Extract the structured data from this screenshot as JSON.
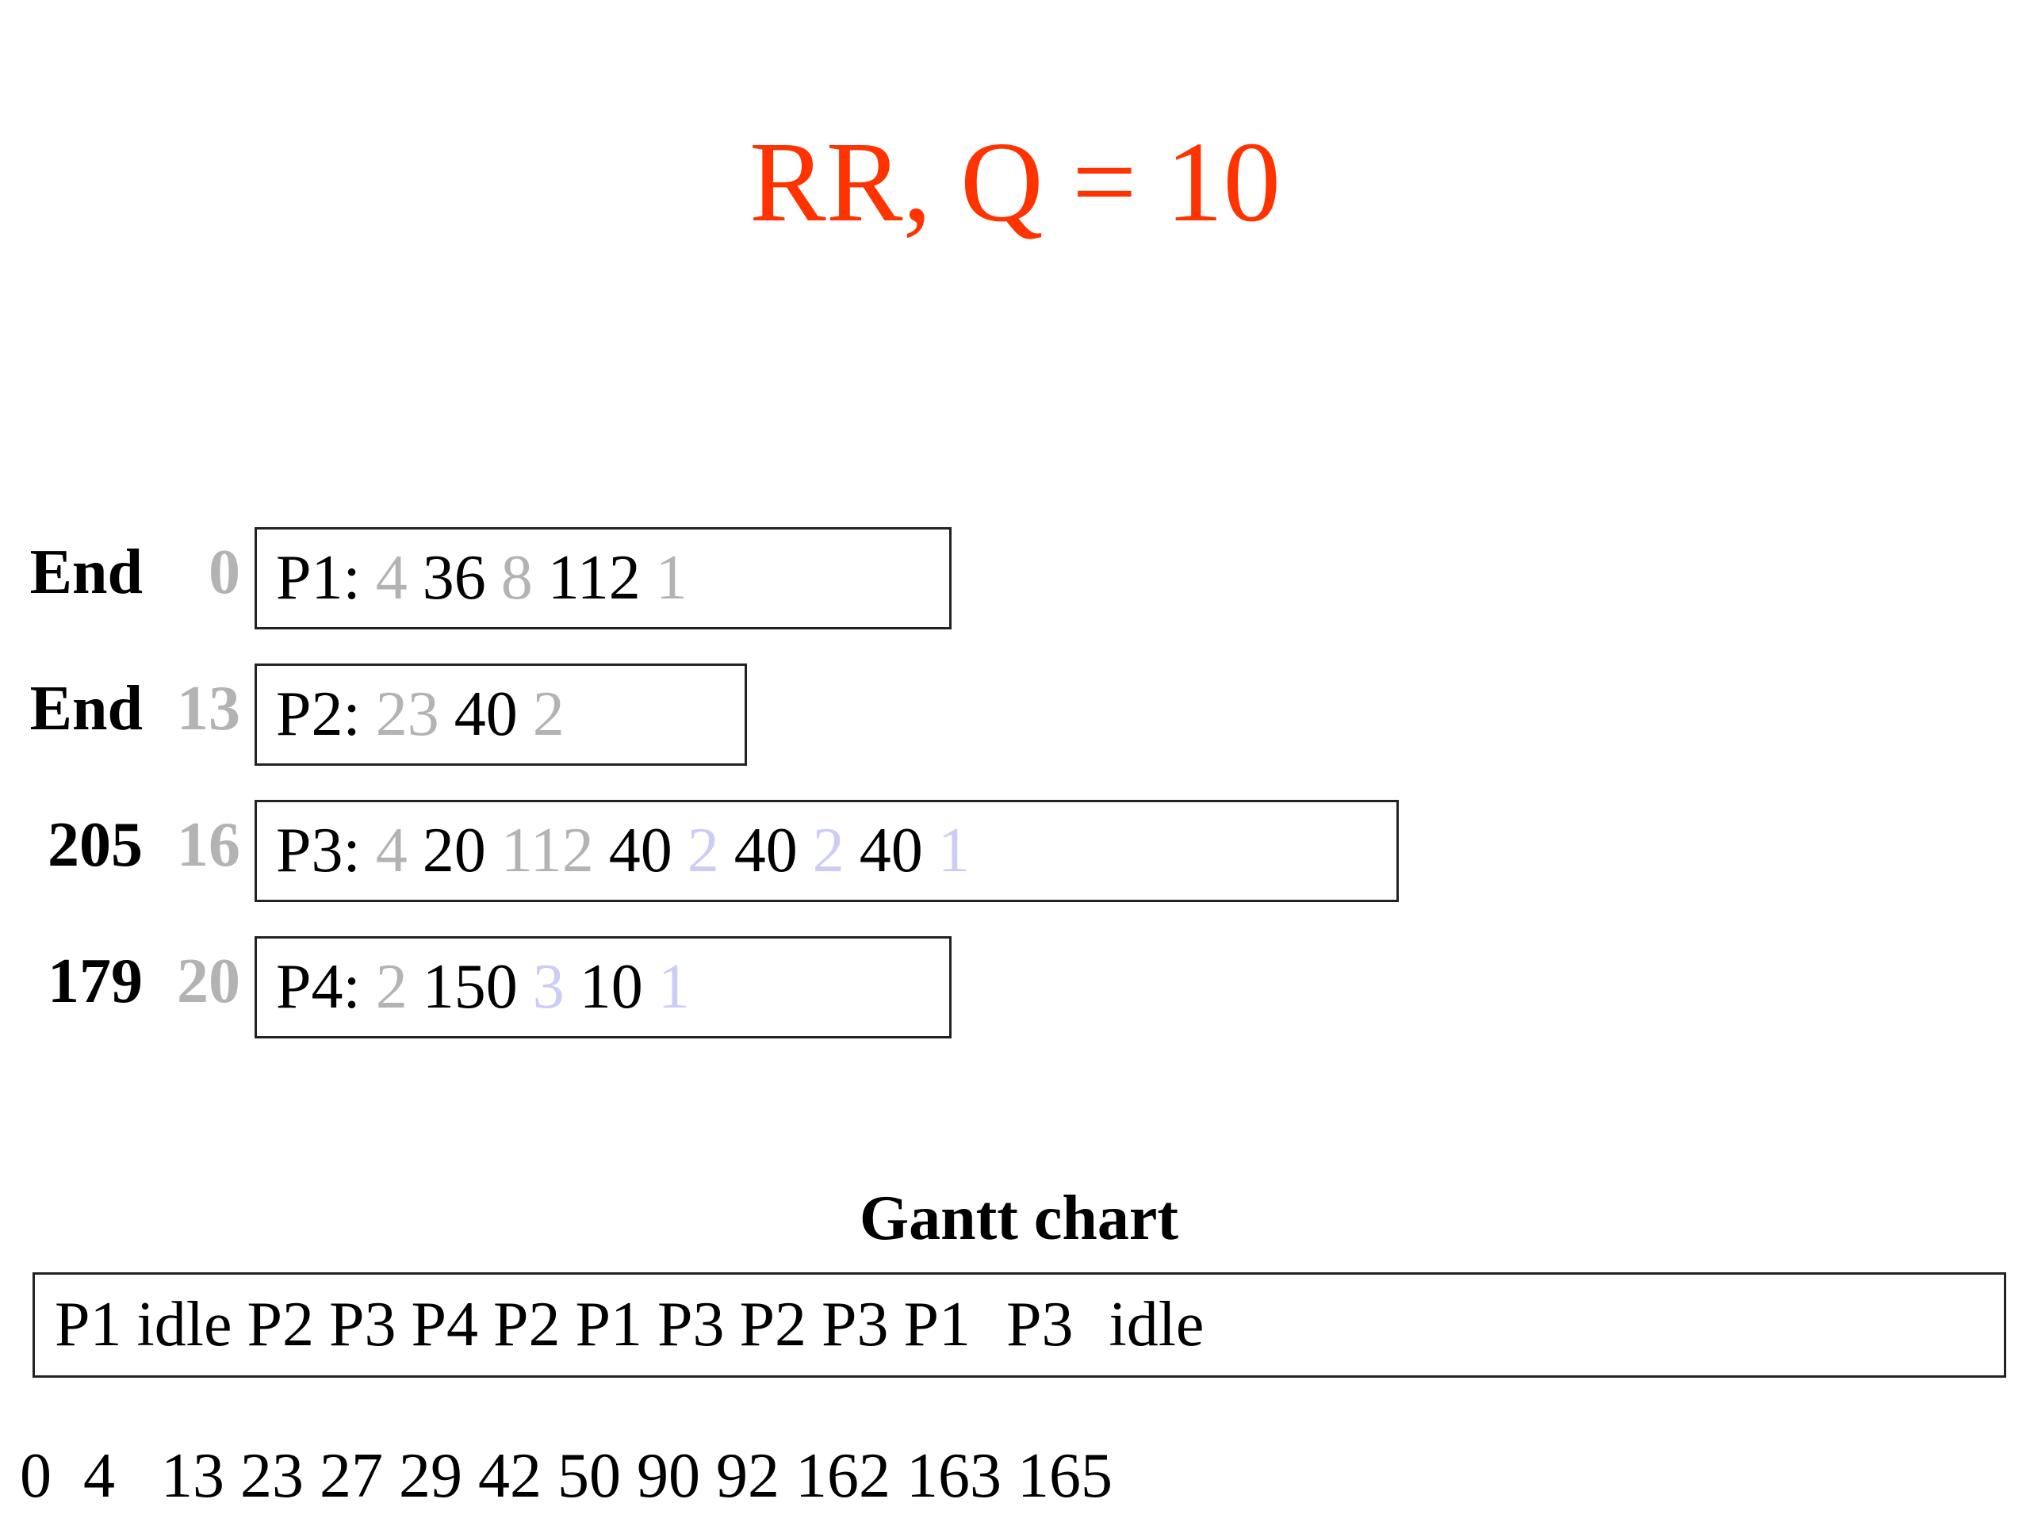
{
  "title": "RR, Q = 10",
  "colors": {
    "title": "#ff3300",
    "muted_gray": "#b3b3b3",
    "muted_blue": "#ccccf5"
  },
  "processes": [
    {
      "end": "End",
      "arrival": "0",
      "label": "P1:",
      "tokens": [
        {
          "text": "4",
          "style": "gray"
        },
        {
          "text": "36",
          "style": "normal"
        },
        {
          "text": "8",
          "style": "gray"
        },
        {
          "text": "112",
          "style": "normal"
        },
        {
          "text": "1",
          "style": "gray"
        }
      ]
    },
    {
      "end": "End",
      "arrival": "13",
      "label": "P2:",
      "tokens": [
        {
          "text": "23",
          "style": "gray"
        },
        {
          "text": "40",
          "style": "normal"
        },
        {
          "text": "2",
          "style": "gray"
        }
      ]
    },
    {
      "end": "205",
      "arrival": "16",
      "label": "P3:",
      "tokens": [
        {
          "text": "4",
          "style": "gray"
        },
        {
          "text": "20",
          "style": "normal"
        },
        {
          "text": "112",
          "style": "gray"
        },
        {
          "text": "40",
          "style": "normal"
        },
        {
          "text": "2",
          "style": "blue"
        },
        {
          "text": "40",
          "style": "normal"
        },
        {
          "text": "2",
          "style": "blue"
        },
        {
          "text": "40",
          "style": "normal"
        },
        {
          "text": "1",
          "style": "blue"
        }
      ]
    },
    {
      "end": "179",
      "arrival": "20",
      "label": "P4:",
      "tokens": [
        {
          "text": "2",
          "style": "gray"
        },
        {
          "text": "150",
          "style": "normal"
        },
        {
          "text": "3",
          "style": "blue"
        },
        {
          "text": "10",
          "style": "normal"
        },
        {
          "text": "1",
          "style": "blue"
        }
      ]
    }
  ],
  "gantt": {
    "title": "Gantt chart",
    "segments": [
      "P1",
      "idle",
      "P2",
      "P3",
      "P4",
      "P2",
      "P1",
      "P3",
      "P2",
      "P3",
      "P1",
      "P3",
      "idle"
    ],
    "times": [
      "0",
      "4",
      "13",
      "23",
      "27",
      "29",
      "42",
      "50",
      "90",
      "92",
      "162",
      "163",
      "165"
    ]
  }
}
